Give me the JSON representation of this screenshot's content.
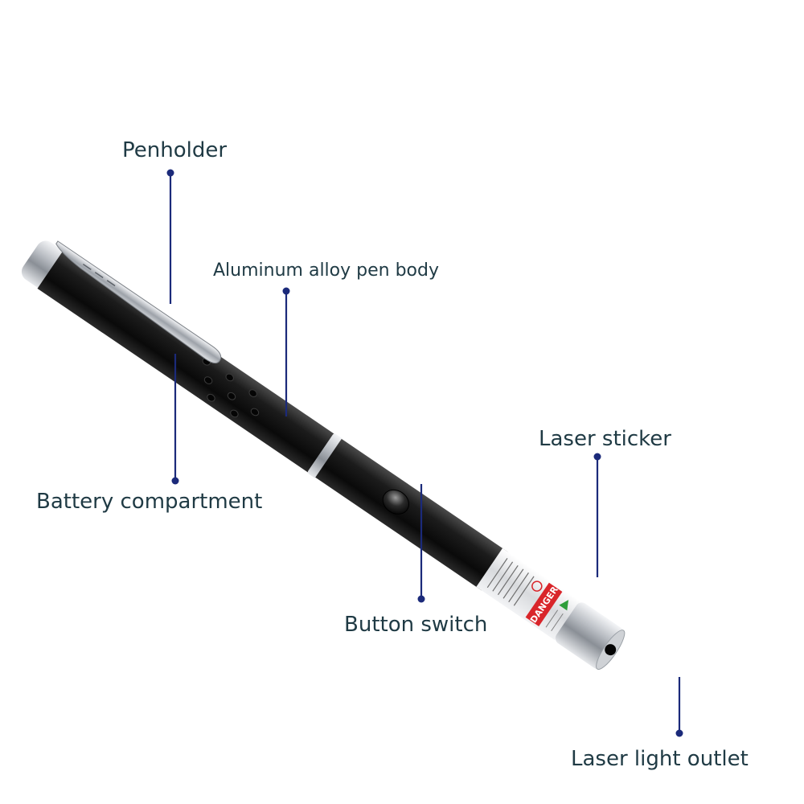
{
  "labels": {
    "penholder": "Penholder",
    "pen_body": "Aluminum alloy pen body",
    "laser_sticker": "Laser sticker",
    "battery_compartment": "Battery compartment",
    "button_switch": "Button switch",
    "laser_outlet": "Laser light outlet"
  },
  "sticker": {
    "warning_text": "DANGER"
  },
  "colors": {
    "leader": "#1b2a7a",
    "label_text": "#1f3a44",
    "body": "#141414",
    "chrome": "#c9ccd1",
    "danger_red": "#d9252a"
  }
}
